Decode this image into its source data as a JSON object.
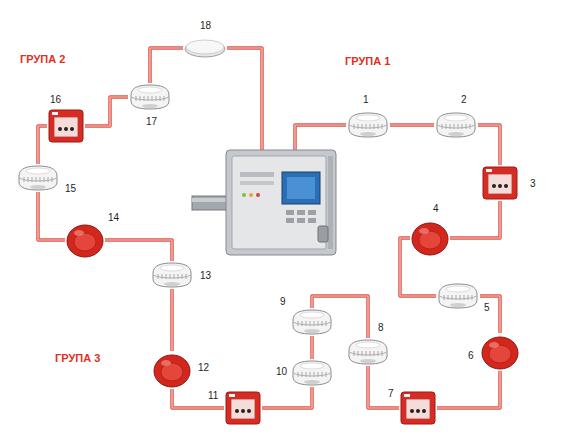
{
  "diagram": {
    "nodes": [
      {
        "text": [
          "ГРУПА 2"
        ]
      },
      {
        "text": [
          "ГРУПА 1"
        ]
      },
      {
        "text": [
          "ГРУПА 3"
        ]
      },
      {
        "text": [
          "1"
        ],
        "in": 1
      },
      {
        "text": [
          "2"
        ],
        "in": 1
      },
      {
        "text": [
          "3"
        ],
        "in": 1
      },
      {
        "text": [
          "4"
        ],
        "in": 1
      },
      {
        "text": [
          "5"
        ]
      },
      {
        "text": [
          "6"
        ]
      },
      {
        "text": [
          "7"
        ]
      },
      {
        "text": [
          "8"
        ]
      },
      {
        "text": [
          "9"
        ],
        "in": 2
      },
      {
        "text": [
          "10"
        ],
        "in": 2
      },
      {
        "text": [
          "11"
        ],
        "in": 2
      },
      {
        "text": [
          "12"
        ],
        "in": 2
      },
      {
        "text": [
          "13"
        ],
        "in": 2
      },
      {
        "text": [
          "14"
        ],
        "in": 0
      },
      {
        "text": [
          "15"
        ],
        "in": 0
      },
      {
        "text": [
          "16"
        ],
        "in": 0
      },
      {
        "text": [
          "17"
        ],
        "in": 0
      },
      {
        "text": [
          "18"
        ],
        "in": 0
      }
    ],
    "edges": [
      {
        "from": 3,
        "to": 4,
        "arrow": "none"
      },
      {
        "from": 4,
        "to": 5,
        "arrow": "none"
      },
      {
        "from": 5,
        "to": 6,
        "arrow": "none"
      },
      {
        "from": 6,
        "to": 7,
        "arrow": "none"
      },
      {
        "from": 7,
        "to": 8,
        "arrow": "none"
      },
      {
        "from": 8,
        "to": 9,
        "arrow": "none"
      },
      {
        "from": 9,
        "to": 10,
        "arrow": "none"
      },
      {
        "from": 10,
        "to": 11,
        "arrow": "none"
      },
      {
        "from": 11,
        "to": 12,
        "arrow": "none"
      },
      {
        "from": 12,
        "to": 13,
        "arrow": "none"
      },
      {
        "from": 13,
        "to": 14,
        "arrow": "none"
      },
      {
        "from": 14,
        "to": 15,
        "arrow": "none"
      },
      {
        "from": 15,
        "to": 16,
        "arrow": "none"
      },
      {
        "from": 16,
        "to": 17,
        "arrow": "none"
      },
      {
        "from": 17,
        "to": 18,
        "arrow": "none"
      },
      {
        "from": 18,
        "to": 19,
        "arrow": "none"
      },
      {
        "from": 19,
        "to": 20,
        "arrow": "none"
      }
    ]
  }
}
